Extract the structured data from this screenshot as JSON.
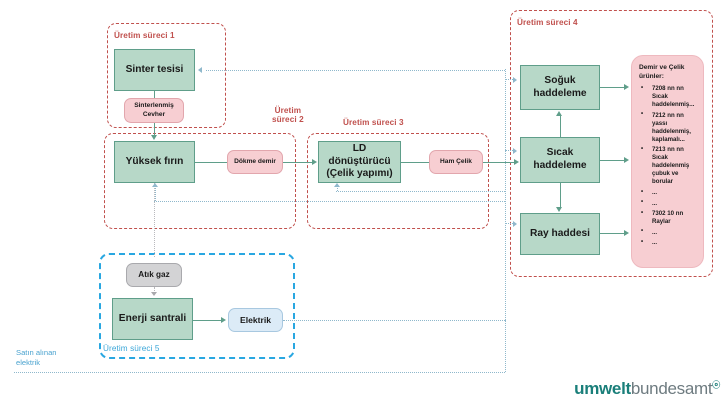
{
  "diagram": {
    "groups": [
      {
        "id": "p1",
        "label": "Üretim süreci 1"
      },
      {
        "id": "p2",
        "label": "Üretim\nsüreci 2"
      },
      {
        "id": "p3",
        "label": "Üretim süreci 3"
      },
      {
        "id": "p4",
        "label": "Üretim süreci 4"
      },
      {
        "id": "p5",
        "label": "Üretim süreci 5"
      }
    ],
    "nodes": {
      "sinter_plant": "Sinter tesisi",
      "sintered_ore": "Sinterlenmiş\nCevher",
      "blast_furnace": "Yüksek fırın",
      "pig_iron": "Dökme demir",
      "ld_converter": "LD dönüştürücü\n(Çelik yapımı)",
      "crude_steel": "Ham Çelik",
      "cold_rolling": "Soğuk\nhaddeleme",
      "hot_rolling": "Sıcak\nhaddeleme",
      "rail_mill": "Ray haddesi",
      "waste_gas": "Atık gaz",
      "power_plant": "Enerji santrali",
      "electricity": "Elektrik"
    },
    "products": {
      "title": "Demir ve Çelik\nürünler:",
      "items": [
        "7208 nn nn\nSıcak\nhaddelenmiş...",
        "7212 nn nn\nyassı\nhaddelenmiş,\nkaplamalı...",
        "7213 nn nn\nSıcak\nhaddelenmiş\nçubuk ve borular",
        "...",
        "...",
        "7302 10 nn\nRaylar",
        "...",
        "..."
      ]
    },
    "purchased_electricity_label": "Satın alınan\nelektrik",
    "logo": {
      "part1": "umwelt",
      "part2": "bundesamt",
      "mark": "ⓞ"
    },
    "colors": {
      "process_box_fill": "#b7d8c8",
      "process_box_border": "#5f9e8a",
      "material_box_fill": "#f7ced2",
      "group_border_red": "#c0504d",
      "group_border_blue": "#29a7e1",
      "gas_box_fill": "#d3d3d5",
      "electricity_box_fill": "#dcebf7",
      "electricity_line": "#8fb8cc",
      "logo_accent": "#1a7f7a"
    }
  }
}
